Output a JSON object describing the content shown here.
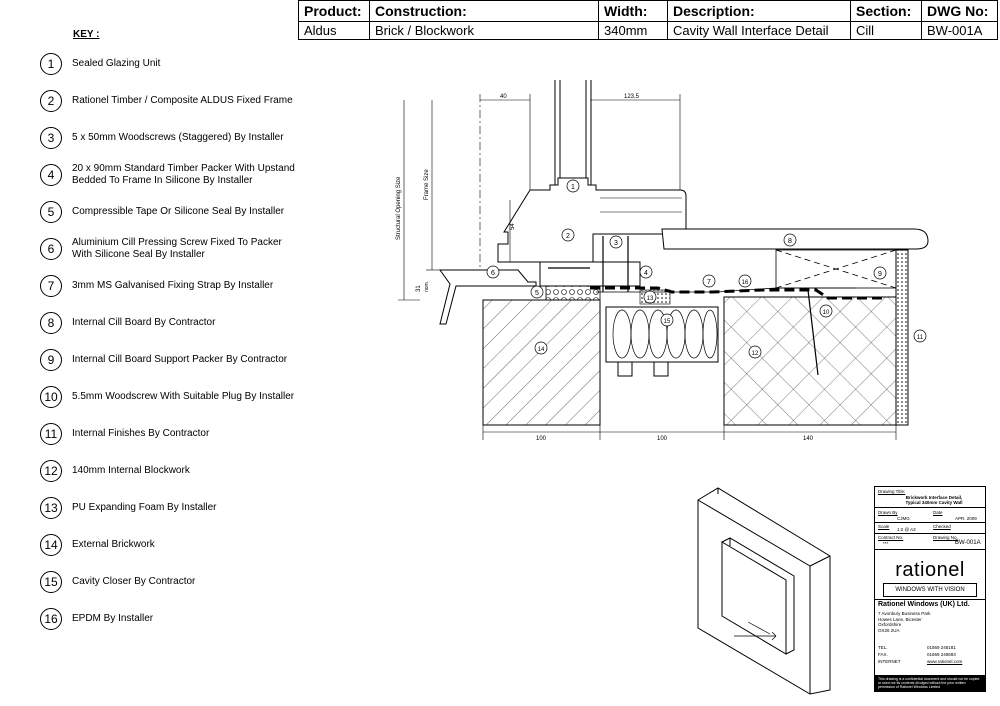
{
  "header": {
    "labels": [
      "Product:",
      "Construction:",
      "Width:",
      "Description:",
      "Section:",
      "DWG No:"
    ],
    "values": [
      "Aldus",
      "Brick / Blockwork",
      "340mm",
      "Cavity Wall Interface Detail",
      "Cill",
      "BW-001A"
    ]
  },
  "key": {
    "title": "KEY :",
    "items": [
      {
        "num": "1",
        "text": "Sealed Glazing Unit"
      },
      {
        "num": "2",
        "text": "Rationel Timber / Composite ALDUS Fixed Frame"
      },
      {
        "num": "3",
        "text": "5 x 50mm Woodscrews (Staggered) By Installer"
      },
      {
        "num": "4",
        "text": "20 x 90mm Standard Timber Packer  With Upstand\nBedded To Frame In Silicone By Installer"
      },
      {
        "num": "5",
        "text": "Compressible Tape Or Silicone Seal By Installer"
      },
      {
        "num": "6",
        "text": "Aluminium Cill Pressing Screw Fixed To Packer\nWith Silicone Seal By Installer"
      },
      {
        "num": "7",
        "text": "3mm MS Galvanised Fixing Strap By Installer"
      },
      {
        "num": "8",
        "text": "Internal Cill Board By Contractor"
      },
      {
        "num": "9",
        "text": "Internal Cill Board Support Packer By Contractor"
      },
      {
        "num": "10",
        "text": "5.5mm Woodscrew With Suitable Plug By Installer"
      },
      {
        "num": "11",
        "text": "Internal Finishes By Contractor"
      },
      {
        "num": "12",
        "text": "140mm Internal Blockwork"
      },
      {
        "num": "13",
        "text": "PU Expanding Foam By Installer"
      },
      {
        "num": "14",
        "text": "External Brickwork"
      },
      {
        "num": "15",
        "text": "Cavity Closer By Contractor"
      },
      {
        "num": "16",
        "text": "EPDM By Installer"
      }
    ]
  },
  "drawing": {
    "dims": {
      "d40": "40",
      "d1235": "123.5",
      "d54": "54",
      "d31": "31",
      "nom": "nom.",
      "d100": "100",
      "d190": "100",
      "d140": "140"
    },
    "side_labels": {
      "structural": "Structural Opening Size",
      "frame": "Frame Size"
    },
    "callouts": [
      "1",
      "2",
      "3",
      "4",
      "5",
      "6",
      "7",
      "8",
      "9",
      "10",
      "11",
      "12",
      "13",
      "14",
      "15",
      "16"
    ]
  },
  "title_block": {
    "drawing_title_label": "Drawing Title:",
    "drawing_title": "Brickwork Interface Detail,\nTypical 340mm Cavity Wall",
    "drawn_by_label": "Drawn By",
    "drawn_by": "CJMG",
    "date_label": "Date",
    "date": "APR. 2009",
    "scale_label": "Scale",
    "scale": "1:2 @ A3",
    "checked_label": "Checked",
    "contract_label": "Contract No.",
    "contract": "***",
    "drawing_no_label": "Drawing No.",
    "drawing_no": "BW-001A",
    "logo": "rationel",
    "tagline": "WINDOWS WITH VISION",
    "company": "Rationel Windows (UK) Ltd.",
    "address": "7 Avonbury Business Park\nHowes Lane, Bicester\nOxfordshire\nOX26 2UA",
    "tel_label": "TEL.",
    "tel": "01869 248181",
    "fax_label": "FAX.",
    "fax": "01869 249693",
    "internet_label": "INTERNET",
    "internet": "www.rationel.com",
    "footer": "This drawing is a confidential document and should not be copied or used nor its contents divulged without the prior written permission of Rationel Windows Limited"
  }
}
